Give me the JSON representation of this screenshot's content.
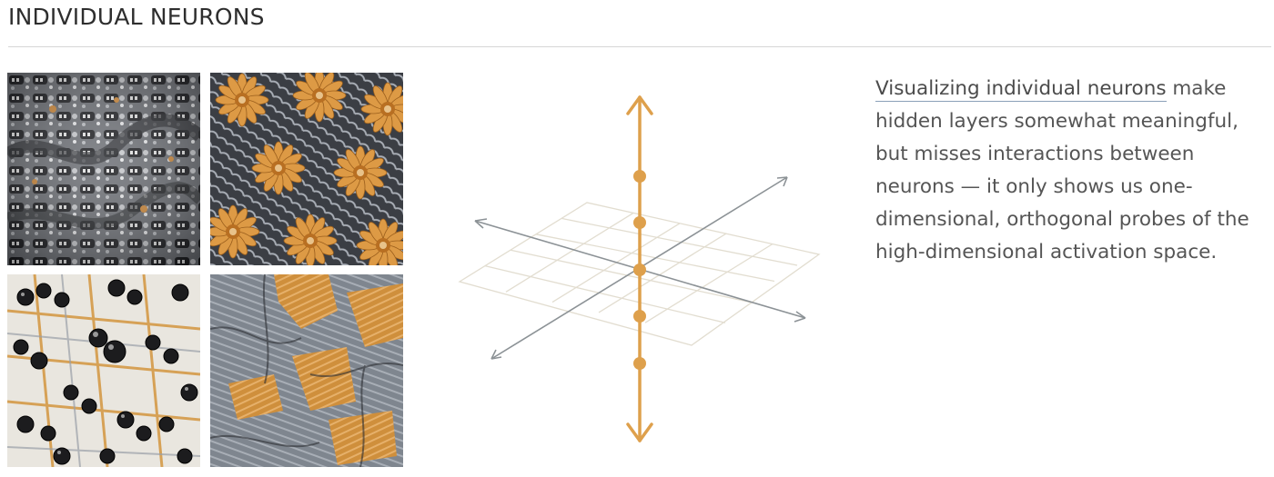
{
  "section": {
    "title": "INDIVIDUAL NEURONS"
  },
  "tiles": [
    {
      "name": "neuron-visualization-text-like"
    },
    {
      "name": "neuron-visualization-flowers"
    },
    {
      "name": "neuron-visualization-beads"
    },
    {
      "name": "neuron-visualization-fabric"
    }
  ],
  "caption": {
    "link_text": "Visualizing individual neurons",
    "body_text": " make hidden layers somewhat meaningful, but misses interactions between neurons — it only shows us one-dimensional, orthogonal probes of the high-dimensional activation space."
  },
  "colors": {
    "accent_orange": "#dea04c",
    "axis_gray": "#8c9296",
    "grid_beige": "#e2ddd0",
    "tile_dark": "#2b2c30",
    "tile_gray": "#8f949c"
  }
}
